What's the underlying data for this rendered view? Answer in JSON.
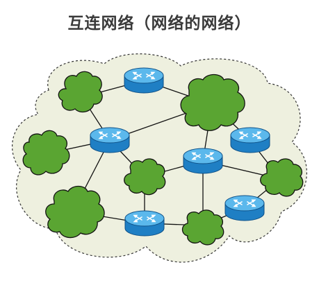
{
  "title": "互连网络（网络的网络）",
  "colors": {
    "background_cloud_fill": "#eef0df",
    "background_cloud_stroke": "#333333",
    "network_cloud_fill": "#5aa532",
    "network_cloud_stroke": "#111111",
    "router_body": "#1f8fd6",
    "router_top": "#5bb8ec",
    "link": "#111111"
  },
  "nodes": [
    {
      "id": "router-top",
      "kind": "router"
    },
    {
      "id": "router-left",
      "kind": "router"
    },
    {
      "id": "router-center",
      "kind": "router"
    },
    {
      "id": "router-right-upper",
      "kind": "router"
    },
    {
      "id": "router-right-lower",
      "kind": "router"
    },
    {
      "id": "router-bottom",
      "kind": "router"
    },
    {
      "id": "network-top-left",
      "kind": "network"
    },
    {
      "id": "network-top-right",
      "kind": "network"
    },
    {
      "id": "network-left",
      "kind": "network"
    },
    {
      "id": "network-center",
      "kind": "network"
    },
    {
      "id": "network-bottom-left",
      "kind": "network"
    },
    {
      "id": "network-bottom",
      "kind": "network"
    },
    {
      "id": "network-right",
      "kind": "network"
    }
  ],
  "links": [
    [
      "network-top-left",
      "router-top"
    ],
    [
      "router-top",
      "network-top-right"
    ],
    [
      "network-top-left",
      "router-left"
    ],
    [
      "router-left",
      "network-top-right"
    ],
    [
      "router-left",
      "network-left"
    ],
    [
      "router-left",
      "network-center"
    ],
    [
      "router-left",
      "network-bottom-left"
    ],
    [
      "network-top-right",
      "router-center"
    ],
    [
      "network-top-right",
      "router-right-upper"
    ],
    [
      "router-center",
      "network-center"
    ],
    [
      "router-center",
      "network-right"
    ],
    [
      "router-center",
      "network-bottom"
    ],
    [
      "network-center",
      "router-bottom"
    ],
    [
      "network-bottom-left",
      "router-bottom"
    ],
    [
      "router-bottom",
      "network-bottom"
    ],
    [
      "network-bottom",
      "router-right-lower"
    ],
    [
      "router-right-lower",
      "network-right"
    ],
    [
      "router-right-upper",
      "network-right"
    ]
  ]
}
